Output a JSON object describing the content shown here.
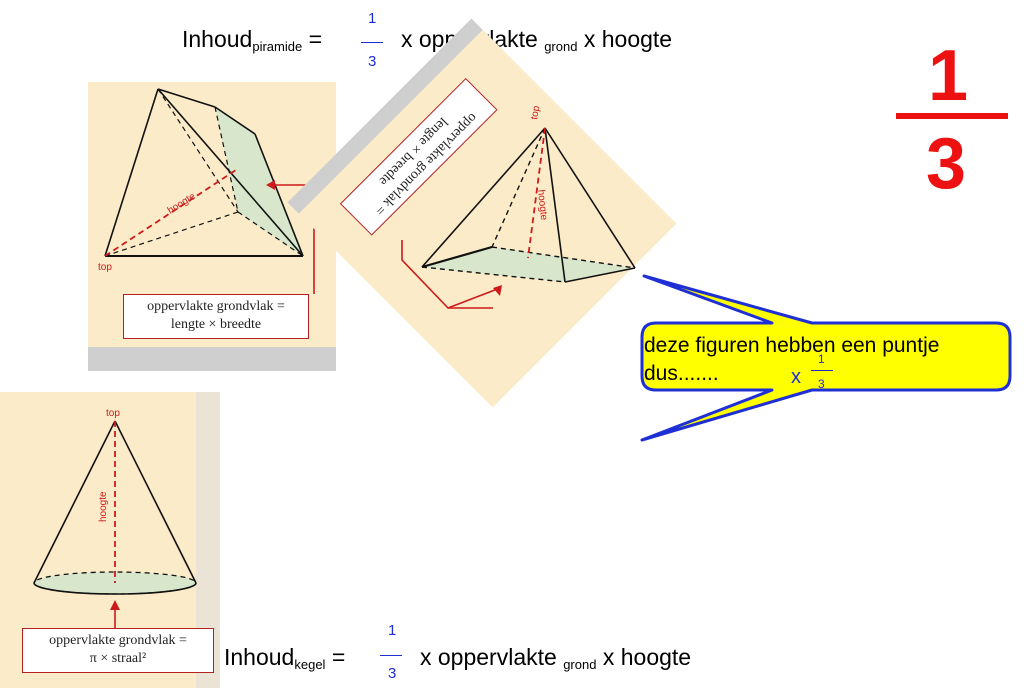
{
  "formula_piramide": {
    "label": "Inhoud",
    "subscript": "piramide",
    "equals": "=",
    "numerator": "1",
    "denominator": "3",
    "text1": "x oppervlakte",
    "subscript2": "grond",
    "text2": "x hoogte"
  },
  "formula_kegel": {
    "label": "Inhoud",
    "subscript": "kegel",
    "equals": "=",
    "numerator": "1",
    "denominator": "3",
    "text1": "x oppervlakte",
    "subscript2": "grond",
    "text2": "x hoogte"
  },
  "big_fraction": {
    "numerator": "1",
    "denominator": "3"
  },
  "pyramid1": {
    "top_label": "top",
    "height_label": "hoogte",
    "box_line1": "oppervlakte grondvlak =",
    "box_line2": "lengte × breedte"
  },
  "pyramid2": {
    "top_label": "top",
    "height_label": "hoogte",
    "box_line1": "oppervlakte grondvlak =",
    "box_line2": "lengte × breedte"
  },
  "cone": {
    "top_label": "top",
    "height_label": "hoogte",
    "box_line1": "oppervlakte grondvlak =",
    "box_line2": "π × straal²"
  },
  "callout": {
    "line1": "deze figuren hebben een puntje",
    "line2": "dus.......",
    "x": "x",
    "numerator": "1",
    "denominator": "3"
  },
  "colors": {
    "panel_bg": "#fcebc8",
    "base_fill": "#d8e6cc",
    "red": "#ee1111",
    "blue": "#1f2fd6",
    "callout_fill": "#ffff00"
  }
}
